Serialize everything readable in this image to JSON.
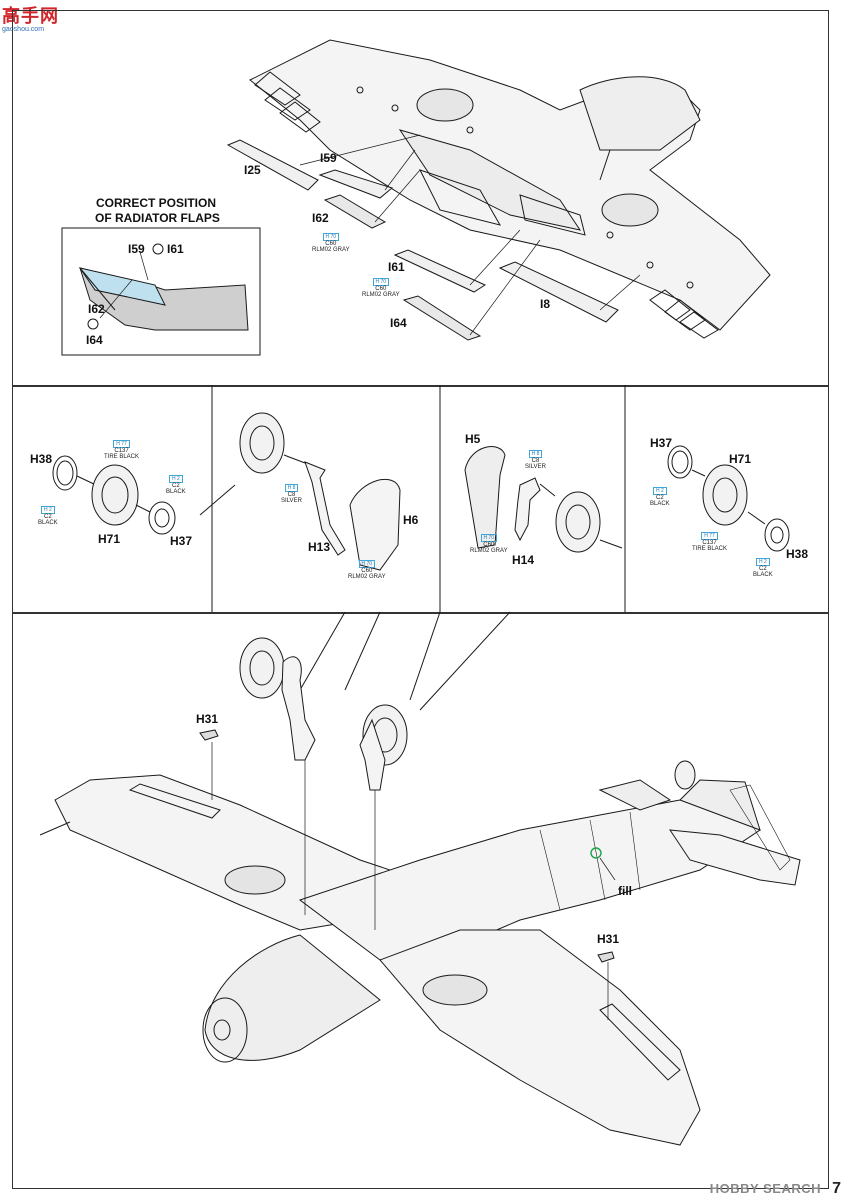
{
  "header_logo": {
    "mark": "高手网",
    "url": "gaoshou.com"
  },
  "watermark": "HOBBY SEARCH",
  "page_number": "7",
  "colors": {
    "line": "#1a1a1a",
    "callout_box": "#3fa6d9",
    "fill_marker": "#1aa34a",
    "panel_gray": "#c9c9c9"
  },
  "section_top": {
    "callout_title_line1": "CORRECT POSITION",
    "callout_title_line2": "OF RADIATOR FLAPS",
    "parts": {
      "i25": "I25",
      "i59": "I59",
      "i62": "I62",
      "i61": "I61",
      "i64": "I64",
      "i8": "I8"
    },
    "inset_parts": {
      "i59": "I59",
      "i61": "I61",
      "i62": "I62",
      "i64": "I64"
    },
    "paint_a": {
      "code": "H 70",
      "c": "C60",
      "name": "RLM02 GRAY"
    },
    "paint_b": {
      "code": "H 70",
      "c": "C60",
      "name": "RLM02 GRAY"
    }
  },
  "panel_1": {
    "parts": {
      "h38": "H38",
      "h71": "H71",
      "h37": "H37"
    },
    "paint_tire": {
      "code": "H 77",
      "c": "C137",
      "name": "TIRE BLACK"
    },
    "paint_black_a": {
      "code": "H 2",
      "c": "C2",
      "name": "BLACK"
    },
    "paint_black_b": {
      "code": "H 2",
      "c": "C2",
      "name": "BLACK"
    }
  },
  "panel_2": {
    "parts": {
      "h13": "H13",
      "h6": "H6"
    },
    "paint_silver": {
      "code": "H 8",
      "c": "C8",
      "name": "SILVER"
    },
    "paint_gray": {
      "code": "H 70",
      "c": "C60",
      "name": "RLM02 GRAY"
    }
  },
  "panel_3": {
    "parts": {
      "h5": "H5",
      "h14": "H14"
    },
    "paint_silver": {
      "code": "H 8",
      "c": "C8",
      "name": "SILVER"
    },
    "paint_gray": {
      "code": "H 70",
      "c": "C60",
      "name": "RLM02 GRAY"
    }
  },
  "panel_4": {
    "parts": {
      "h37": "H37",
      "h71": "H71",
      "h38": "H38"
    },
    "paint_black_a": {
      "code": "H 2",
      "c": "C2",
      "name": "BLACK"
    },
    "paint_tire": {
      "code": "H 77",
      "c": "C137",
      "name": "TIRE BLACK"
    },
    "paint_black_b": {
      "code": "H 2",
      "c": "C2",
      "name": "BLACK"
    }
  },
  "section_bottom": {
    "parts": {
      "h31_left": "H31",
      "h31_right": "H31"
    },
    "fill_label": "fill"
  }
}
